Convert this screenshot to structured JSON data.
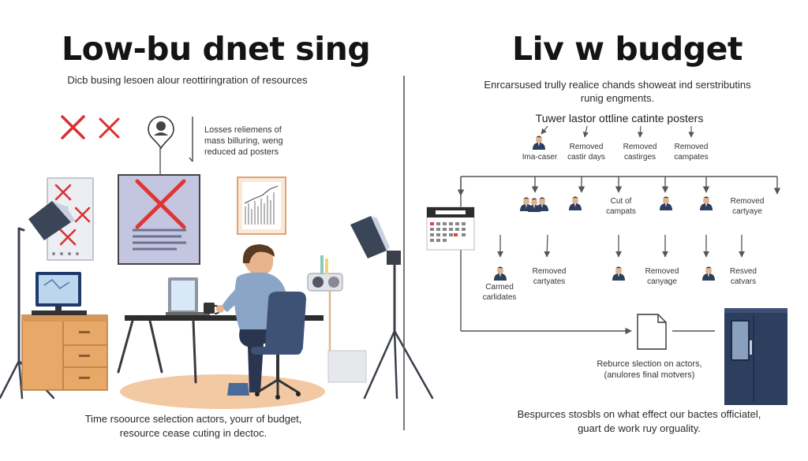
{
  "left": {
    "title": "Low-bu dnet sing",
    "subtitle": "Dicb busing lesoen alour reottiringration of resources",
    "note": [
      "Losses reliemens of",
      "mass billuring, weng",
      "reduced ad posters"
    ],
    "caption": [
      "Time rsoource selection actors, yourr of budget,",
      "resource cease cuting in dectoc."
    ]
  },
  "right": {
    "title": "Liv w budget",
    "subtitle": [
      "Enrcarsused trully realice chands showeat ind serstributins",
      "runig engments."
    ],
    "header": "Tuwer lastor ottline catinte posters",
    "row1": [
      {
        "label": "Ima-caser",
        "icon": "person-icon"
      },
      {
        "label": "Removed castir days"
      },
      {
        "label": "Removed castirges"
      },
      {
        "label": "Removed campates"
      }
    ],
    "row2": [
      {
        "label": "",
        "icon": "group-icon"
      },
      {
        "label": "",
        "icon": "person-icon"
      },
      {
        "label": "Cut of campats"
      },
      {
        "label": "",
        "icon": "person-icon"
      },
      {
        "label": "",
        "icon": "person-icon"
      },
      {
        "label": "Removed cartyaye"
      }
    ],
    "row3": [
      {
        "label": "Carmed carlidates"
      },
      {
        "label": "Removed cartyates"
      },
      {
        "label": "Removed canyage"
      },
      {
        "label": "Resved catvars"
      }
    ],
    "doc_label": [
      "Reburce slection on actors,",
      "(anulores final motvers)"
    ],
    "caption": [
      "Bespurces stosbls on what effect our bactes officiatel,",
      "guart de work ruy orguality."
    ]
  },
  "colors": {
    "red_x": "#d93030",
    "navy": "#2d3e5e",
    "chair": "#3e5275",
    "desk_wood": "#e8a868",
    "rug": "#f3c9a3",
    "shirt": "#8aa5c6",
    "line": "#555555"
  }
}
